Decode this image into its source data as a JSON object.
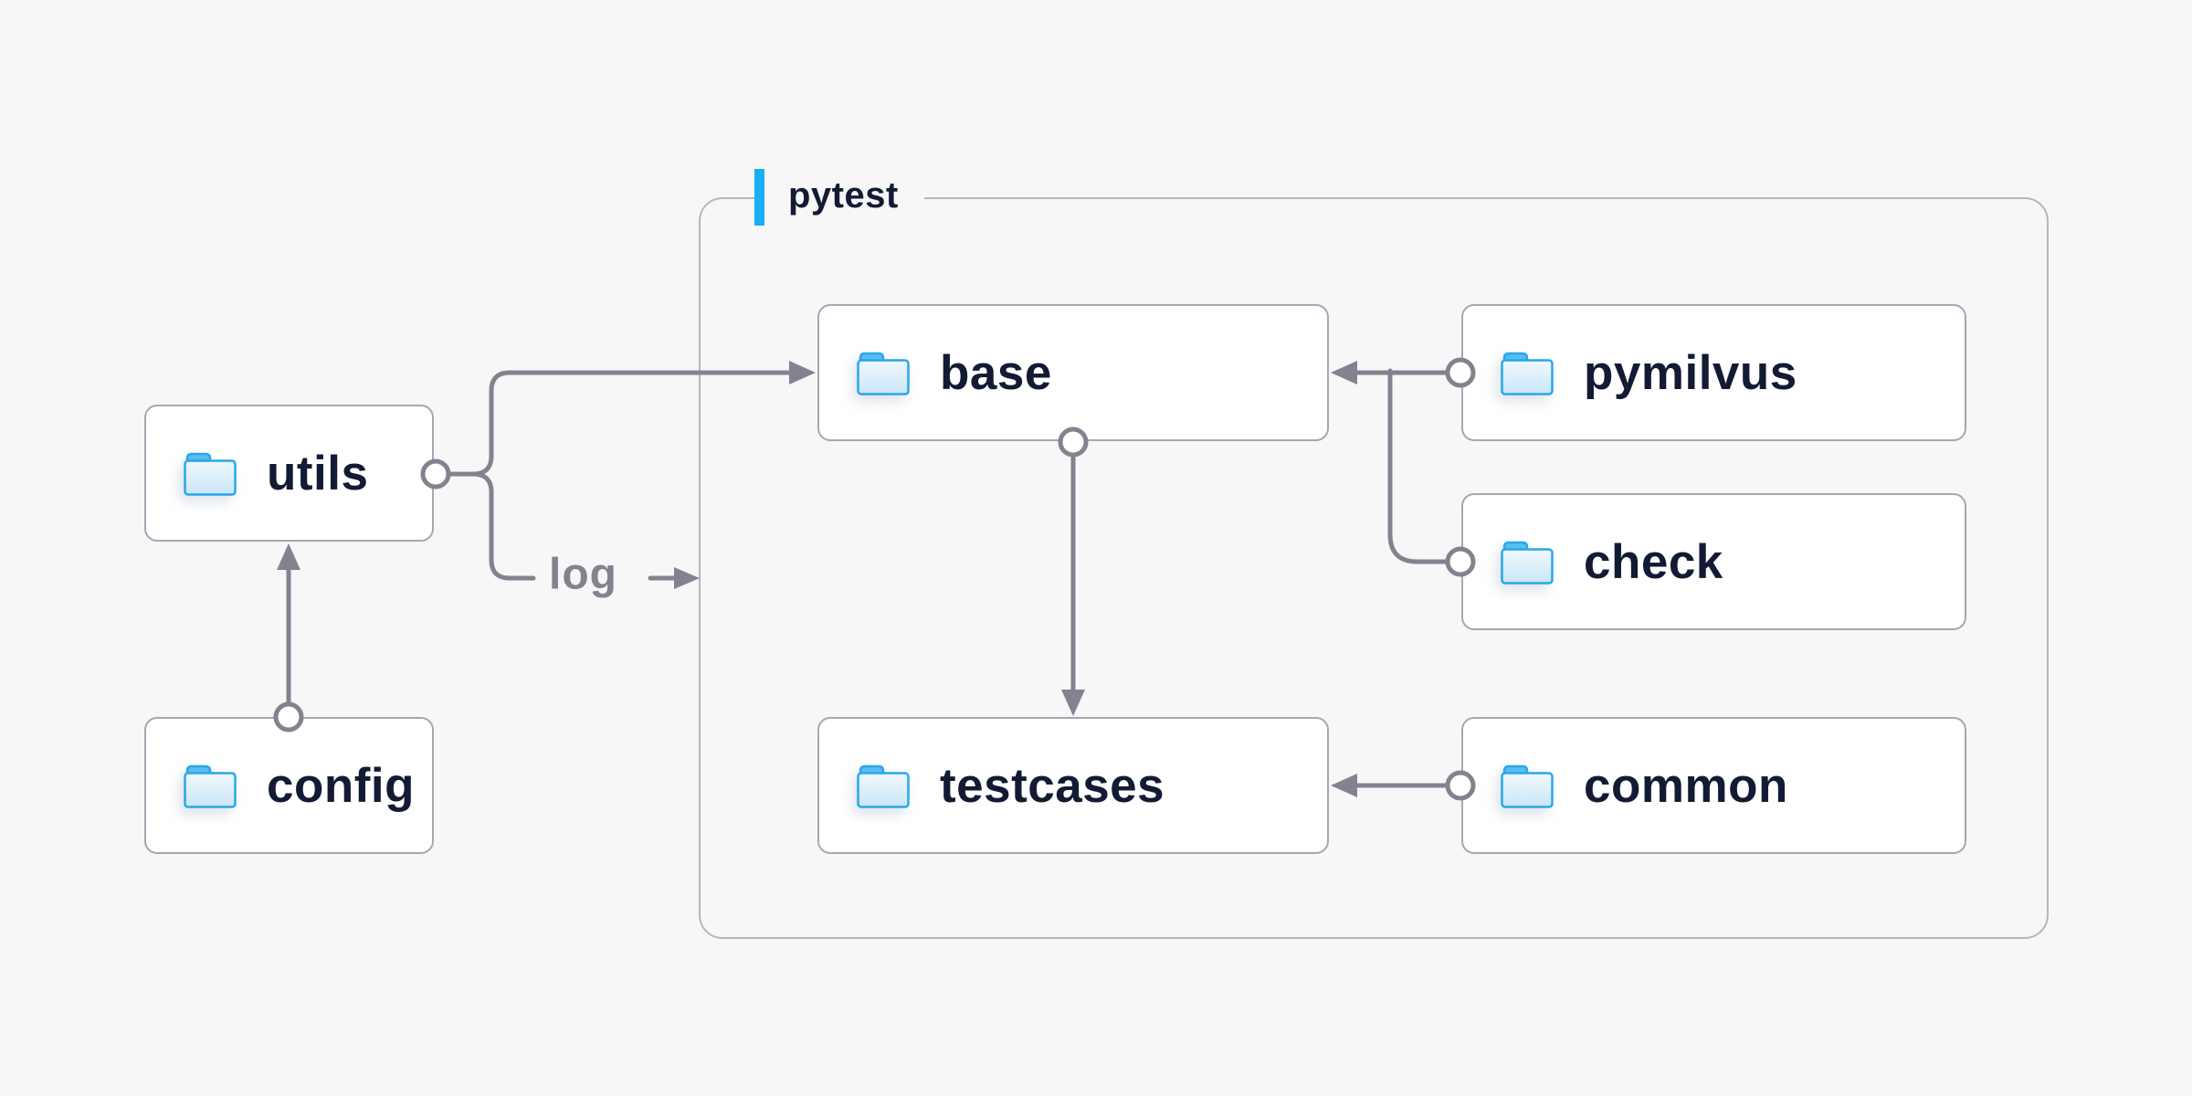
{
  "diagram": {
    "container_label": "pytest",
    "log_label": "log",
    "nodes": [
      {
        "id": "utils",
        "label": "utils",
        "icon": "folder"
      },
      {
        "id": "config",
        "label": "config",
        "icon": "folder"
      },
      {
        "id": "base",
        "label": "base",
        "icon": "folder",
        "group": "pytest"
      },
      {
        "id": "testcases",
        "label": "testcases",
        "icon": "folder",
        "group": "pytest"
      },
      {
        "id": "pymilvus",
        "label": "pymilvus",
        "icon": "folder",
        "group": "pytest"
      },
      {
        "id": "check",
        "label": "check",
        "icon": "folder",
        "group": "pytest"
      },
      {
        "id": "common",
        "label": "common",
        "icon": "folder",
        "group": "pytest"
      }
    ],
    "edges": [
      {
        "from": "config",
        "to": "utils",
        "style": "arrow"
      },
      {
        "from": "utils",
        "to": "base",
        "style": "arrow"
      },
      {
        "from": "utils",
        "to": "log",
        "style": "labeled-arrow"
      },
      {
        "from": "base",
        "to": "testcases",
        "style": "arrow"
      },
      {
        "from": "pymilvus",
        "to": "base",
        "style": "arrow"
      },
      {
        "from": "check",
        "to": "base",
        "style": "arrow"
      },
      {
        "from": "common",
        "to": "testcases",
        "style": "arrow"
      }
    ],
    "colors": {
      "background": "#f7f7f8",
      "node_fill": "#ffffff",
      "node_border": "#a6a6b4",
      "container_border": "#b5b5c3",
      "connector": "#83838f",
      "label_text": "#121b33",
      "accent_blue": "#16b0f2",
      "folder_stroke": "#2aa7e9",
      "folder_tab": "#58bdf1"
    }
  }
}
